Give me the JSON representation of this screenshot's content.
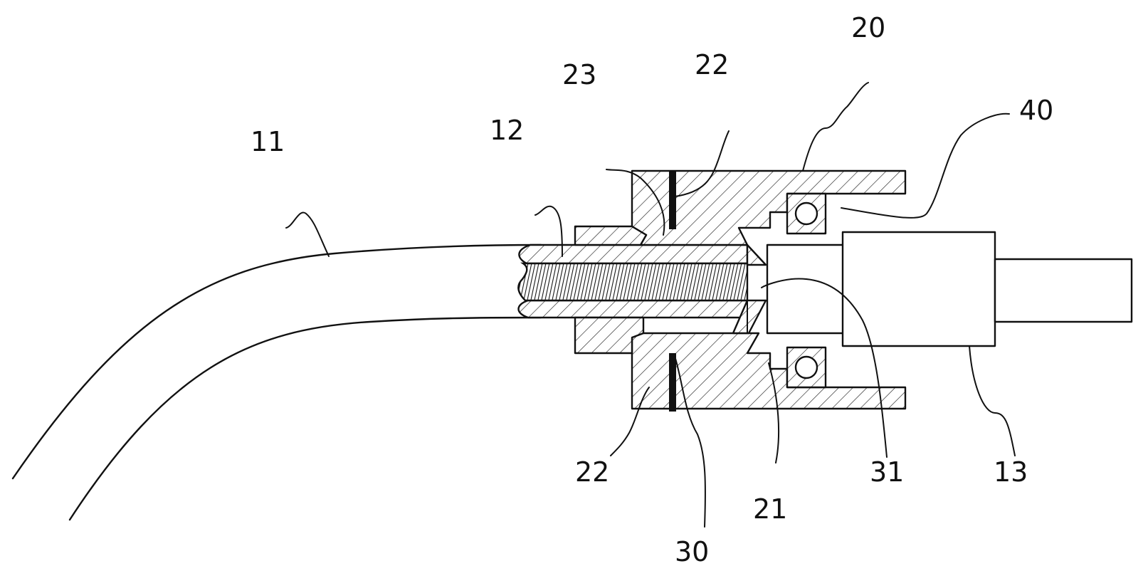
{
  "figure": {
    "labels": {
      "hose": "11",
      "inner_tube": "12",
      "shaft": "13",
      "housing": "20",
      "tapered_bore": "21",
      "step_left": "22",
      "step_right": "22",
      "lip": "23",
      "seal_ring": "30",
      "joint_face": "31",
      "bearing": "40"
    }
  }
}
